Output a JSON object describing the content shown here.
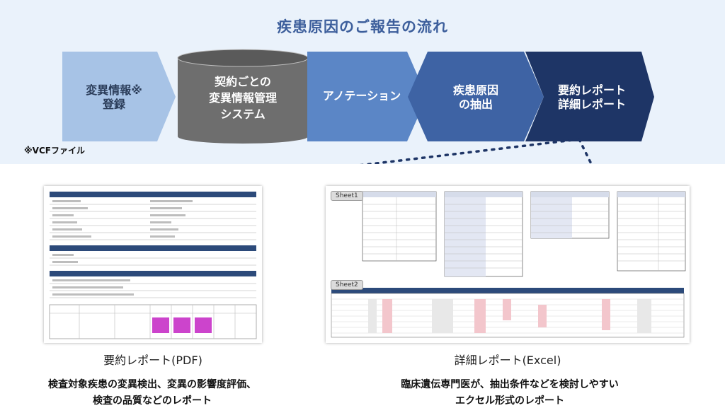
{
  "diagram": {
    "title": "疾患原因のご報告の流れ",
    "steps": [
      {
        "label_line1": "変異情報※",
        "label_line2": "登録",
        "color": "#a7c3e6",
        "text_color": "#2b3d5a"
      },
      {
        "label_line1": "契約ごとの",
        "label_line2": "変異情報管理",
        "label_line3": "システム",
        "color": "#6e6e6e",
        "text_color": "#ffffff"
      },
      {
        "label_line1": "アノテーション",
        "color": "#5b86c6",
        "text_color": "#ffffff"
      },
      {
        "label_line1": "疾患原因",
        "label_line2": "の抽出",
        "color": "#3e63a4",
        "text_color": "#ffffff"
      },
      {
        "label_line1": "要約レポート",
        "label_line2": "詳細レポート",
        "color": "#1e3566",
        "text_color": "#ffffff"
      }
    ],
    "footnote": "※VCFファイル",
    "reports": [
      {
        "caption": "要約レポート(PDF)",
        "desc_line1": "検査対象疾患の変異検出、変異の影響度評価、",
        "desc_line2": "検査の品質などのレポート"
      },
      {
        "caption": "詳細レポート(Excel)",
        "desc_line1": "臨床遺伝専門医が、抽出条件などを検討しやすい",
        "desc_line2": "エクセル形式のレポート"
      }
    ],
    "excel_tabs": [
      "Sheet1",
      "Sheet2"
    ],
    "colors": {
      "band": "#eaf2fb",
      "title": "#3d5f9c",
      "pdf_header": "#2c4a7a",
      "pdf_highlight": "#cc44cc",
      "excel_header": "#2c4a7a"
    }
  }
}
